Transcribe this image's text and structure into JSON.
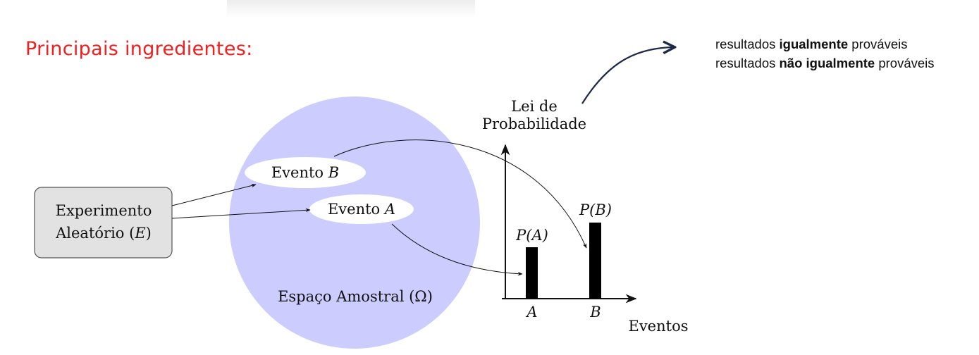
{
  "heading": "Principais ingredientes:",
  "notes": [
    {
      "before": "resultados ",
      "bold": "igualmente",
      "after": " prováveis"
    },
    {
      "before": "resultados ",
      "bold": "não igualmente",
      "after": " prováveis"
    }
  ],
  "experiment": {
    "line1": "Experimento",
    "line2_prefix": "Aleatório (",
    "line2_var": "E",
    "line2_suffix": ")"
  },
  "event_b": {
    "prefix": "Evento ",
    "var": "B"
  },
  "event_a": {
    "prefix": "Evento ",
    "var": "A"
  },
  "sample_space": "Espaço Amostral (Ω)",
  "law": {
    "line1": "Lei de",
    "line2": "Probabilidade"
  },
  "bar_labels": {
    "pa": "P(A)",
    "pb": "P(B)"
  },
  "axis": {
    "tick_a": "A",
    "tick_b": "B",
    "xlabel": "Eventos"
  },
  "colors": {
    "heading": "#ee2020",
    "sample_space": "#ccccff",
    "experiment_box": "#e2e2e2",
    "arrow_blue": "#1a2a48"
  }
}
